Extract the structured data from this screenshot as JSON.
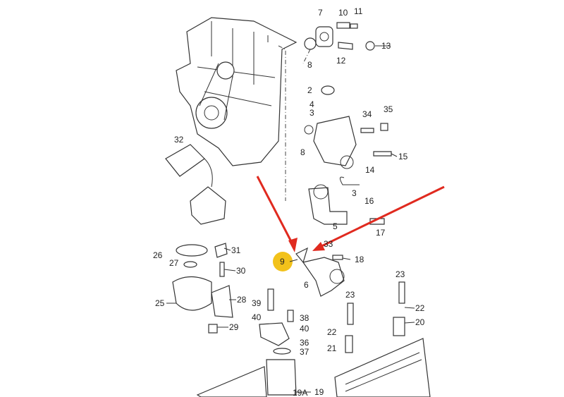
{
  "diagram": {
    "highlight_color": "#f2c21b",
    "arrow_color": "#e02a1f",
    "highlighted_callout": "9",
    "callouts": [
      "7",
      "10",
      "11",
      "13",
      "8",
      "12",
      "2",
      "4",
      "3",
      "34",
      "35",
      "8",
      "15",
      "14",
      "32",
      "3",
      "16",
      "17",
      "5",
      "26",
      "31",
      "27",
      "30",
      "33",
      "9",
      "18",
      "6",
      "23",
      "22",
      "23",
      "25",
      "28",
      "39",
      "38",
      "40",
      "40",
      "20",
      "22",
      "29",
      "36",
      "37",
      "21",
      "19A",
      "19"
    ]
  }
}
